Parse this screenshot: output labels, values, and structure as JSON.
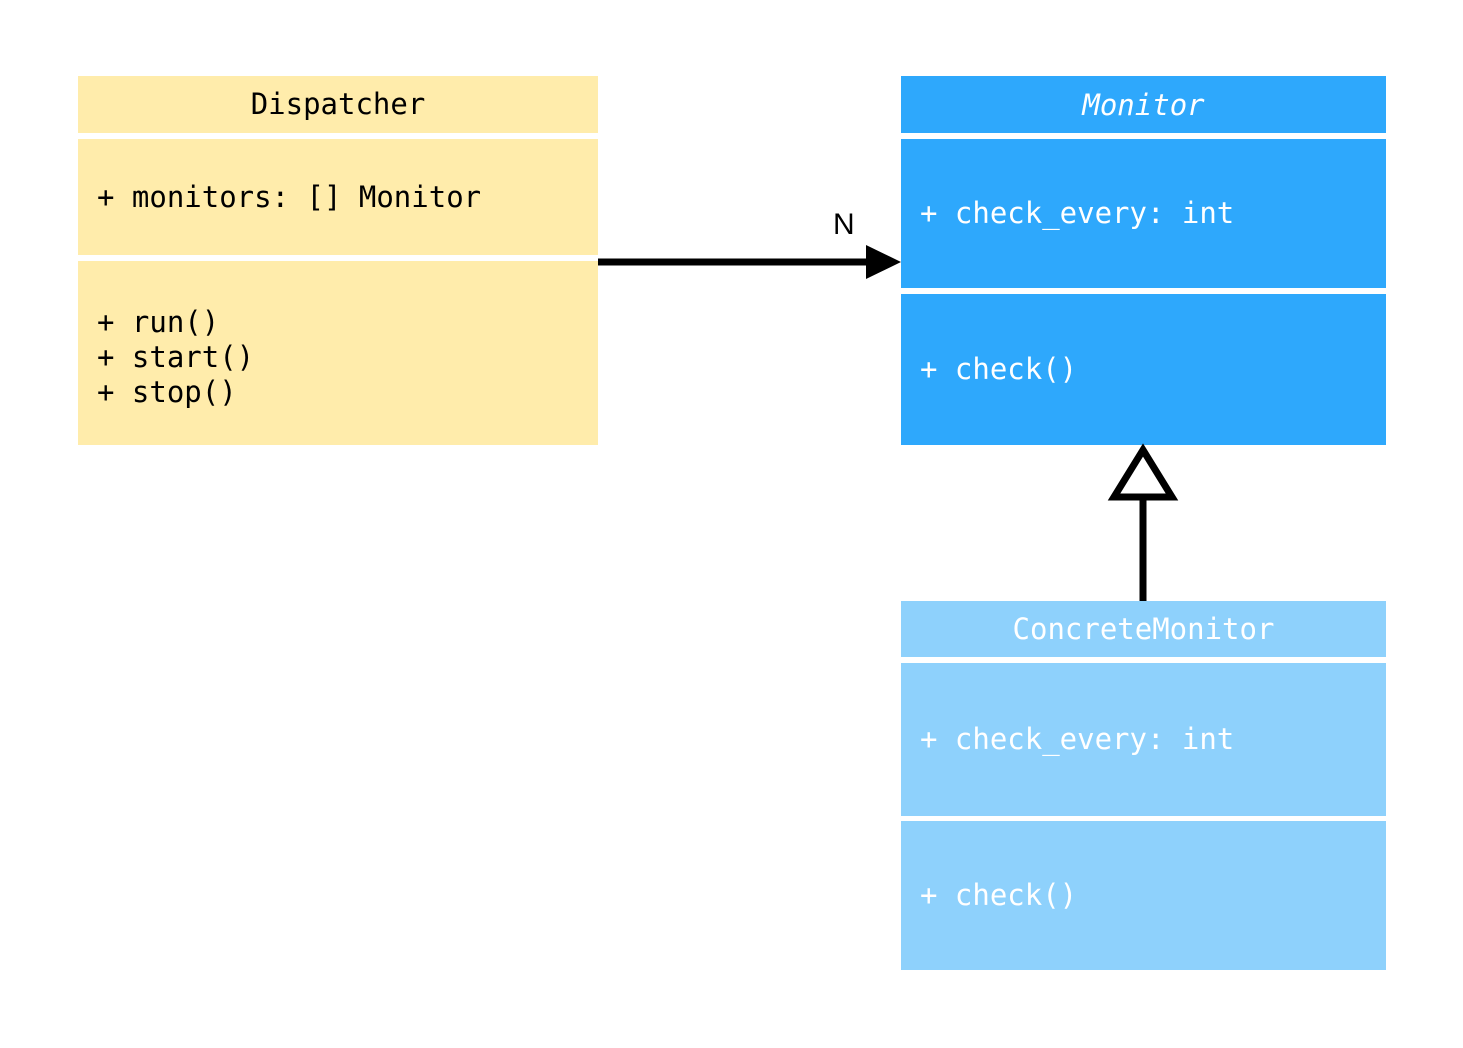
{
  "diagram": {
    "type": "uml-class-diagram",
    "background_color": "#ffffff",
    "classes": [
      {
        "id": "dispatcher",
        "name": "Dispatcher",
        "abstract": false,
        "fill_color": "#ffecab",
        "text_color": "#000000",
        "attributes": [
          "+ monitors: [] Monitor"
        ],
        "methods": [
          "+ run()",
          "+ start()",
          "+ stop()"
        ]
      },
      {
        "id": "monitor",
        "name": "Monitor",
        "abstract": true,
        "fill_color": "#2ea8fc",
        "text_color": "#ffffff",
        "attributes": [
          "+ check_every: int"
        ],
        "methods": [
          "+ check()"
        ]
      },
      {
        "id": "concretemonitor",
        "name": "ConcreteMonitor",
        "abstract": false,
        "fill_color": "#8ed1fc",
        "text_color": "#ffffff",
        "attributes": [
          "+ check_every: int"
        ],
        "methods": [
          "+ check()"
        ]
      }
    ],
    "relationships": [
      {
        "id": "association-dispatcher-monitor",
        "kind": "association",
        "from": "Dispatcher",
        "to": "Monitor",
        "label": "N",
        "arrowhead": "filled-arrow",
        "line_color": "#000000"
      },
      {
        "id": "inheritance-concretemonitor-monitor",
        "kind": "generalization",
        "from": "ConcreteMonitor",
        "to": "Monitor",
        "label": "",
        "arrowhead": "hollow-triangle",
        "line_color": "#000000"
      }
    ]
  }
}
